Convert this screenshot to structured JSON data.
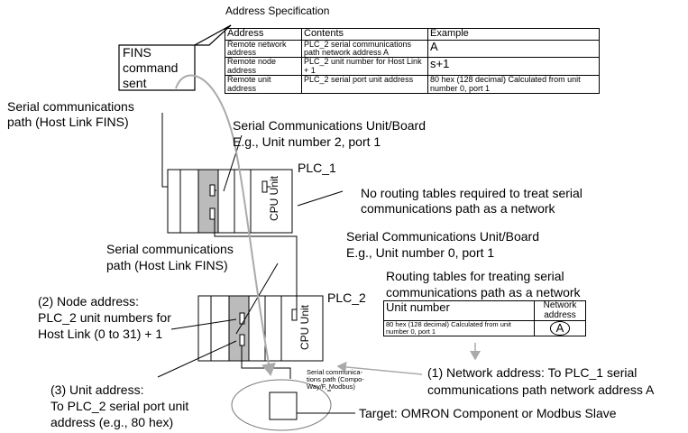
{
  "address_spec": {
    "title": "Address Specification",
    "headers": [
      "Address",
      "Contents",
      "Example"
    ],
    "rows": [
      [
        "Remote network address",
        "PLC_2 serial communications path network address A",
        "A"
      ],
      [
        "Remote node address",
        "PLC_2 unit number for Host Link + 1",
        "s+1"
      ],
      [
        "Remote unit address",
        "PLC_2 serial port unit address",
        "80 hex (128 decimal) Calculated from unit number 0, port 1"
      ]
    ]
  },
  "fins_box": {
    "lines": [
      "FINS",
      "command",
      "sent"
    ]
  },
  "labels": {
    "serial_path_top_1": "Serial communications",
    "serial_path_top_2": "path (Host Link FINS)",
    "scu_board_1_line1": "Serial Communications Unit/Board",
    "scu_board_1_line2": "E.g., Unit number 2, port 1",
    "plc1": "PLC_1",
    "cpu_unit_1": "CPU Unit",
    "no_routing_1": "No routing tables required to treat serial",
    "no_routing_2": "communications path as a network",
    "serial_path_mid_1": "Serial communications",
    "serial_path_mid_2": "path (Host Link FINS)",
    "scu_board_2_line1": "Serial Communications Unit/Board",
    "scu_board_2_line2": "E.g., Unit number 0, port 1",
    "routing_title_1": "Routing tables for treating serial",
    "routing_title_2": "communications path as a network",
    "plc2": "PLC_2",
    "cpu_unit_2": "CPU Unit",
    "node_addr_1": "(2) Node address:",
    "node_addr_2": "PLC_2 unit numbers for",
    "node_addr_3": "Host Link (0 to 31) + 1",
    "unit_addr_1": "(3) Unit address:",
    "unit_addr_2": "To PLC_2 serial port unit",
    "unit_addr_3": "address (e.g., 80 hex)",
    "serial_comp_1": "Serial communica-",
    "serial_comp_2": "tions path (Compo-",
    "serial_comp_3": "Way/F, Modbus)",
    "net_addr_1": "(1) Network address: To PLC_1 serial",
    "net_addr_2": "communications path network address A",
    "target": "Target: OMRON Component or Modbus Slave"
  },
  "routing_table": {
    "headers": [
      "Unit number",
      "Network address"
    ],
    "row": [
      "80 hex (128 decimal) Calculated from unit number 0, port 1",
      "A"
    ]
  }
}
